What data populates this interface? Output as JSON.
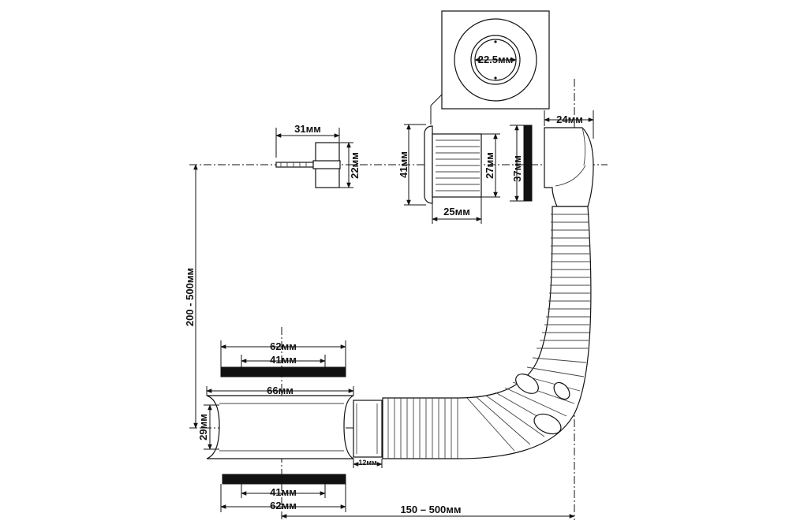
{
  "labels": {
    "screw_length": "31мм",
    "screw_head_height": "22мм",
    "overflow_thread_outer": "41мм",
    "overflow_thread_inner": "27мм",
    "overflow_thread_length": "25мм",
    "overflow_seal_diameter": "37мм",
    "overflow_elbow_width": "24мм",
    "overflow_inset_hole": "22.5мм",
    "riser_length": "200 - 500мм",
    "top_seal_outer": "62мм",
    "top_seal_inner": "41мм",
    "waste_body_width": "66мм",
    "waste_body_height": "29мм",
    "waste_spigot_length": "12мм",
    "bottom_seal_inner": "41мм",
    "bottom_seal_outer": "62мм",
    "horizontal_reach": "150 – 500мм"
  },
  "colors": {
    "line": "#111111",
    "seal": "#111111",
    "background": "#ffffff"
  }
}
